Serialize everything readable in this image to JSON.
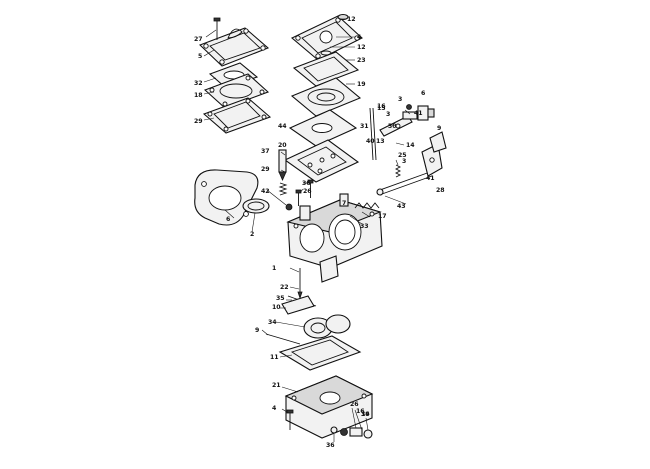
{
  "diagram": {
    "callouts": [
      "27",
      "5",
      "12",
      "4",
      "12",
      "23",
      "32",
      "18",
      "19",
      "29",
      "6",
      "3",
      "16",
      "3",
      "30",
      "41",
      "31",
      "40",
      "9",
      "44",
      "20",
      "15",
      "13",
      "14",
      "37",
      "25",
      "3",
      "41",
      "29",
      "36",
      "42",
      "26",
      "28",
      "6",
      "17",
      "43",
      "33",
      "2",
      "7",
      "1",
      "22",
      "35",
      "10",
      "34",
      "9",
      "11",
      "21",
      "4",
      "26",
      "16",
      "36",
      "39",
      "14"
    ]
  },
  "colors": {
    "ink": "#111111",
    "paper": "#ffffff",
    "shade": "#d9d9d9"
  }
}
